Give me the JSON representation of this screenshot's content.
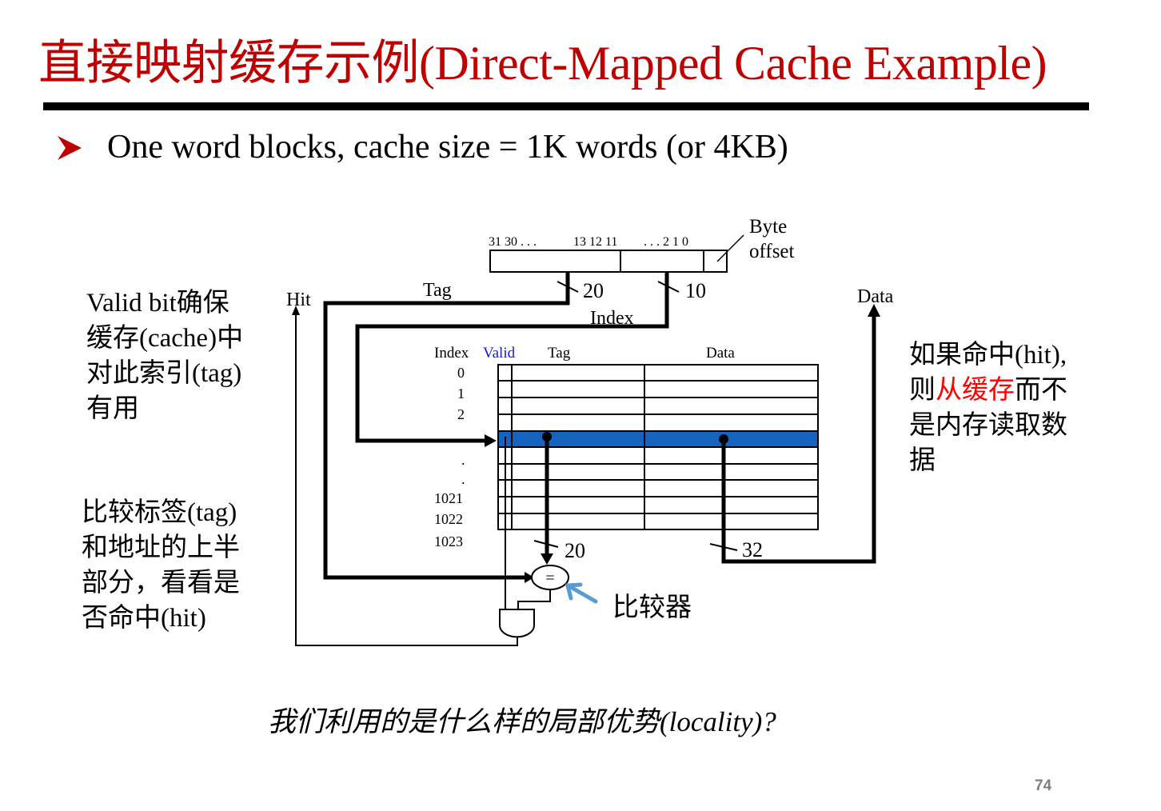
{
  "slide": {
    "title": "直接映射缓存示例(Direct-Mapped Cache Example)",
    "bullet": "One word blocks, cache size = 1K words (or 4KB)",
    "page_number": "74",
    "question": "我们利用的是什么样的局部优势(locality)?"
  },
  "notes": {
    "valid_bit": [
      "Valid bit确保",
      "缓存(cache)中",
      "对此索引(tag)",
      "有用"
    ],
    "compare": [
      "比较标签(tag)",
      "和地址的上半",
      "部分，看看是",
      "否命中(hit)"
    ],
    "hit_line1": "如果命中(hit),",
    "hit_line2_prefix": "则",
    "hit_line2_highlight": "从缓存",
    "hit_line2_suffix": "而不",
    "hit_line3": "是内存读取数",
    "hit_line4": "据",
    "comparator_label": "比较器"
  },
  "address": {
    "bits_left": "31 30  . . .",
    "bits_mid": "13 12  11",
    "bits_right": ". . .  2  1  0",
    "byte_offset_1": "Byte",
    "byte_offset_2": "offset"
  },
  "signals": {
    "hit": "Hit",
    "tag": "Tag",
    "index": "Index",
    "data": "Data",
    "tag_width": "20",
    "index_width": "10",
    "compare_width": "20",
    "data_width": "32",
    "equal_symbol": "="
  },
  "cache_table": {
    "headers": {
      "index": "Index",
      "valid": "Valid",
      "tag": "Tag",
      "data": "Data"
    },
    "index_labels": [
      "0",
      "1",
      "2",
      ".",
      ".",
      "1021",
      "1022",
      "1023"
    ],
    "highlight_color": "#1565c0",
    "valid_header_color": "#1a1acc"
  },
  "colors": {
    "title": "#c00000",
    "highlight_text": "#ff0000",
    "pointer_arrow": "#5b9bd5"
  }
}
